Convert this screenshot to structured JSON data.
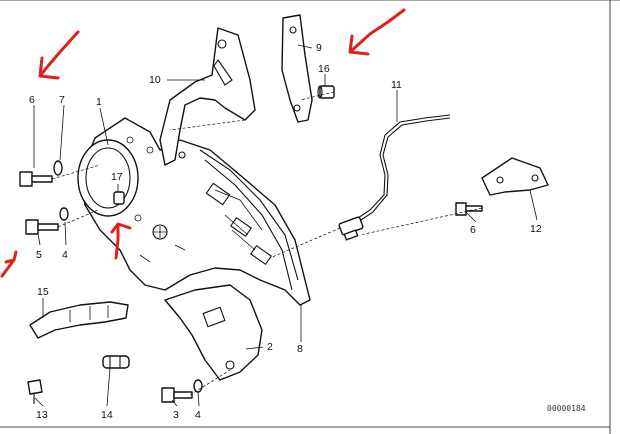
{
  "labels": {
    "p1": "1",
    "p2": "2",
    "p3": "3",
    "p4a": "4",
    "p4b": "4",
    "p5": "5",
    "p6a": "6",
    "p6b": "6",
    "p7": "7",
    "p8": "8",
    "p9": "9",
    "p10": "10",
    "p11": "11",
    "p12": "12",
    "p13": "13",
    "p14": "14",
    "p15": "15",
    "p16": "16",
    "p17": "17"
  },
  "diagram_code": "00000184",
  "annotation_color": "#e0201a"
}
